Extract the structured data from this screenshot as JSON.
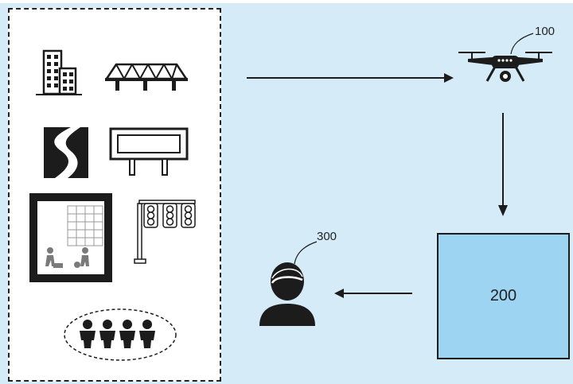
{
  "labels": {
    "drone_ref": "100",
    "server_box": "200",
    "user_ref": "300"
  },
  "colors": {
    "background": "#d6ebf8",
    "server_box_fill": "#9dd4f2",
    "stroke": "#1c1c1c"
  },
  "icons": [
    "building-icon",
    "bridge-icon",
    "road-icon",
    "billboard-icon",
    "construction-site-icon",
    "traffic-light-icon",
    "crowd-icon",
    "drone-icon",
    "user-icon"
  ]
}
